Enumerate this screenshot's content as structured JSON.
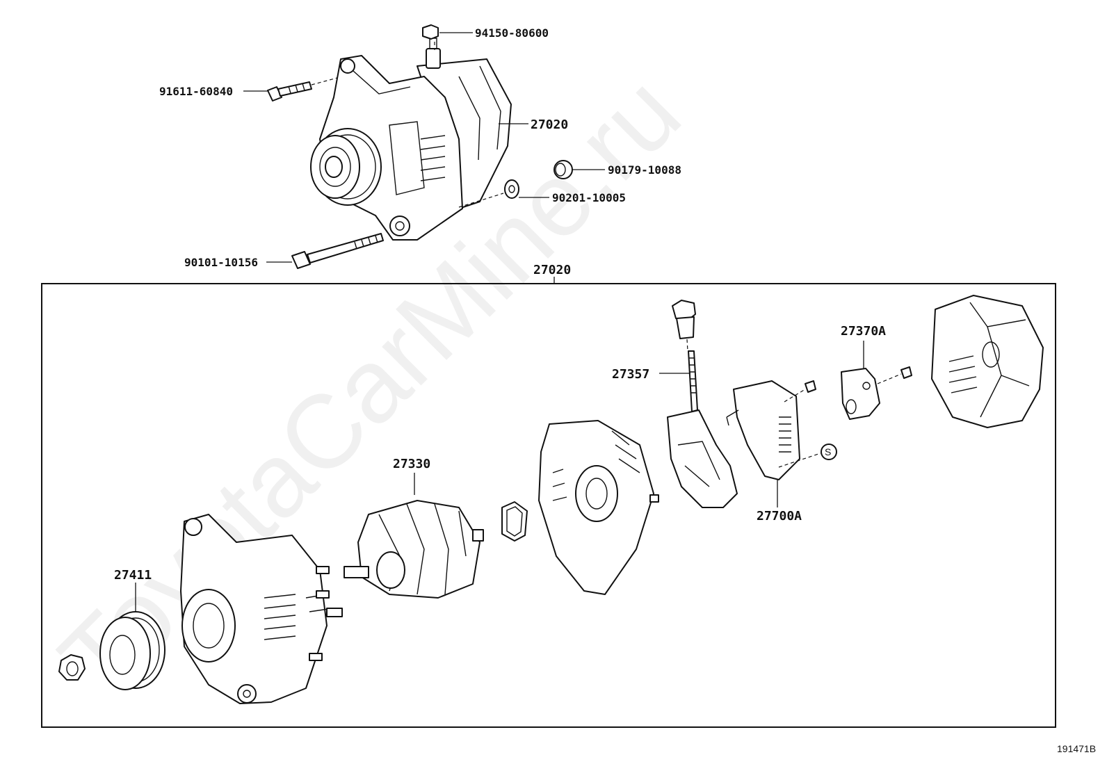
{
  "watermark": "ToyotaCarMine.ru",
  "figure_id": "191471B",
  "labels": {
    "p94150": "94150-80600",
    "p91611": "91611-60840",
    "p27020_top": "27020",
    "p90179": "90179-10088",
    "p90201": "90201-10005",
    "p90101": "90101-10156",
    "p27020_box": "27020",
    "p27357": "27357",
    "p27370A": "27370A",
    "p27330": "27330",
    "p27700A": "27700A",
    "p27411": "27411",
    "s_mark": "S"
  }
}
